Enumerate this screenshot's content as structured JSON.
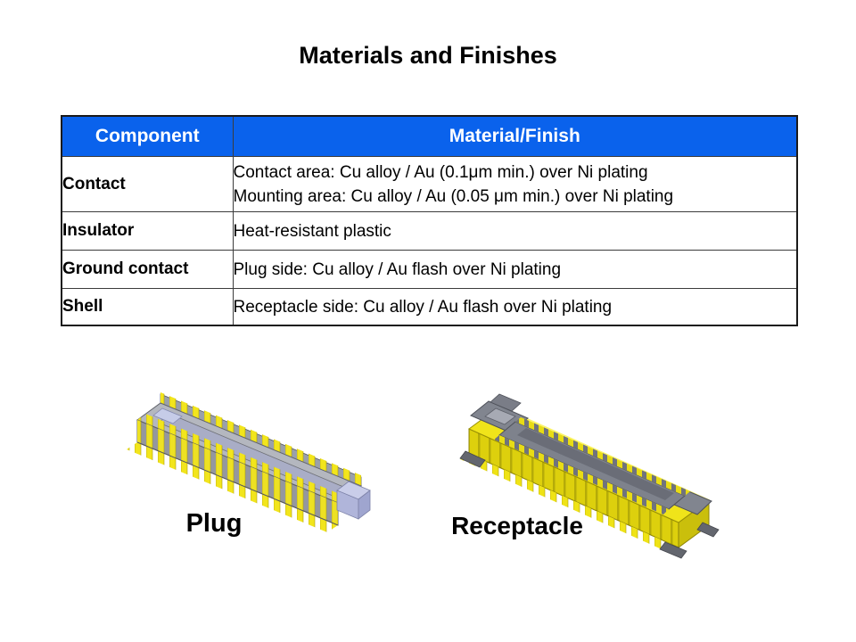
{
  "title": "Materials and Finishes",
  "table": {
    "headers": [
      "Component",
      "Material/Finish"
    ],
    "rows": [
      {
        "component": "Contact",
        "lines": [
          "Contact area: Cu alloy / Au (0.1μm min.) over Ni plating",
          "Mounting area: Cu alloy / Au (0.05 μm min.) over Ni plating"
        ]
      },
      {
        "component": "Insulator",
        "lines": [
          "Heat-resistant plastic"
        ]
      },
      {
        "component": "Ground contact",
        "lines": [
          "Plug side: Cu alloy / Au flash over Ni plating"
        ]
      },
      {
        "component": "Shell",
        "lines": [
          "Receptacle side: Cu alloy / Au flash over Ni plating"
        ]
      }
    ]
  },
  "figures": {
    "plug_label": "Plug",
    "receptacle_label": "Receptacle"
  },
  "colors": {
    "header_blue": "#0A62EC",
    "header_text": "#FFFFFF",
    "body_text": "#000000",
    "table_border": "#3C3C3C",
    "connector_yellow": "#F0E41A",
    "connector_gray": "#9498A2",
    "connector_slate": "#7E828C",
    "connector_lavender": "#C6CCE8"
  }
}
